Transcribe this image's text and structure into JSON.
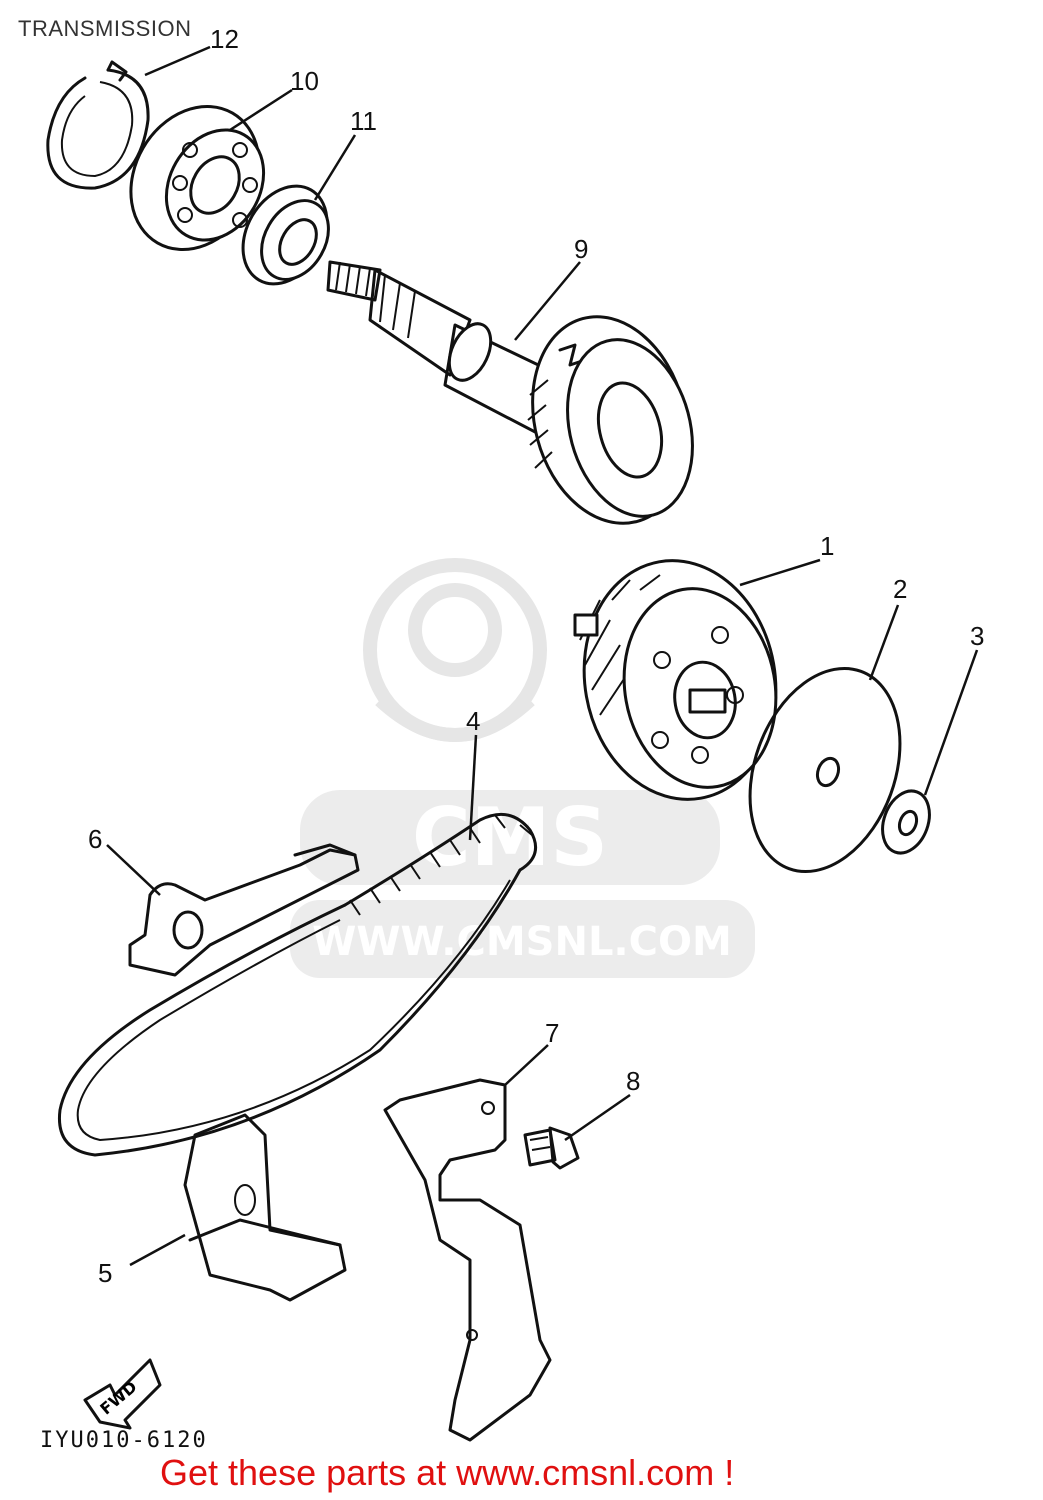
{
  "header": {
    "title": "TRANSMISSION"
  },
  "callouts": [
    "1",
    "2",
    "3",
    "4",
    "5",
    "6",
    "7",
    "8",
    "9",
    "10",
    "11",
    "12"
  ],
  "watermark": {
    "brand": "CMS",
    "url": "WWW.CMSNL.COM"
  },
  "fwd_label": "FWD",
  "drawing_code": "IYU010-6120",
  "footer": {
    "promo": "Get these parts at www.cmsnl.com !"
  },
  "colors": {
    "promo": "#e01010",
    "watermark": "#e6e6e6",
    "line": "#111111"
  }
}
